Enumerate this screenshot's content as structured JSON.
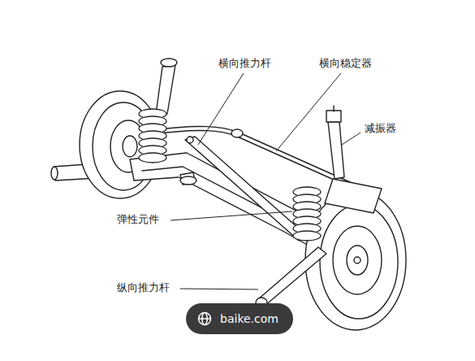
{
  "diagram": {
    "nodes": [
      {
        "text": [
          "baike.com"
        ]
      }
    ],
    "labels": [
      "横向推力杆",
      "横向稳定器",
      "减振器",
      "弹性元件",
      "纵向推力杆"
    ]
  }
}
